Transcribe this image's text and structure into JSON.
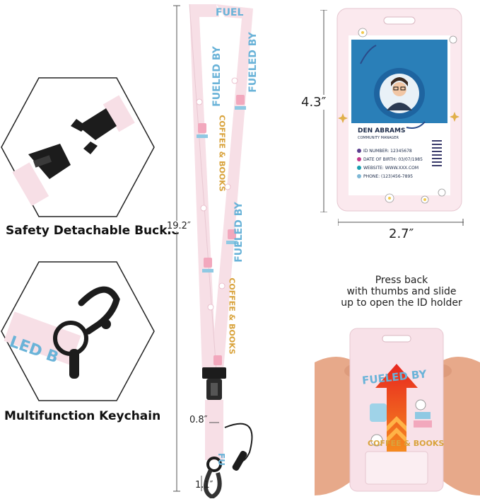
{
  "features": {
    "buckle_label": "Safety Detachable Buckle",
    "keychain_label": "Multifunction Keychain"
  },
  "lanyard": {
    "print_top": "FUELED BY",
    "print_bottom": "COFFEE & BOOKS",
    "print_partial_top": "FUEL",
    "print_partial_end": "FU",
    "keychain_partial": "LED B"
  },
  "dimensions": {
    "lanyard_length": "19.2″",
    "strap_width": "0.8″",
    "small_part": "1.1″",
    "holder_height": "4.3″",
    "holder_width": "2.7″"
  },
  "id_card": {
    "name": "DEN ABRAMS",
    "title": "COMMUNITY MANAGER",
    "rows": [
      {
        "label": "ID NUMBER: 12345678",
        "color": "#5b3f8f"
      },
      {
        "label": "DATE OF BIRTH: 03/07/1985",
        "color": "#c2398a"
      },
      {
        "label": "WEBSITE: WWW.XXX.COM",
        "color": "#1a9fb0"
      },
      {
        "label": "PHONE: (123)456-7895",
        "color": "#7fb8d6"
      }
    ]
  },
  "instruction": {
    "line1": "Press back",
    "line2": "with thumbs and slide",
    "line3": "up to open the ID holder"
  },
  "holder_print": {
    "top": "FUELED BY",
    "bottom": "COFFEE & BOOKS"
  },
  "colors": {
    "strap_pink": "#f7dfe6",
    "card_blue": "#2a7fb8",
    "arrow_red": "#e8271f",
    "text_blue": "#6ab3d8",
    "text_gold": "#d9a33c"
  }
}
